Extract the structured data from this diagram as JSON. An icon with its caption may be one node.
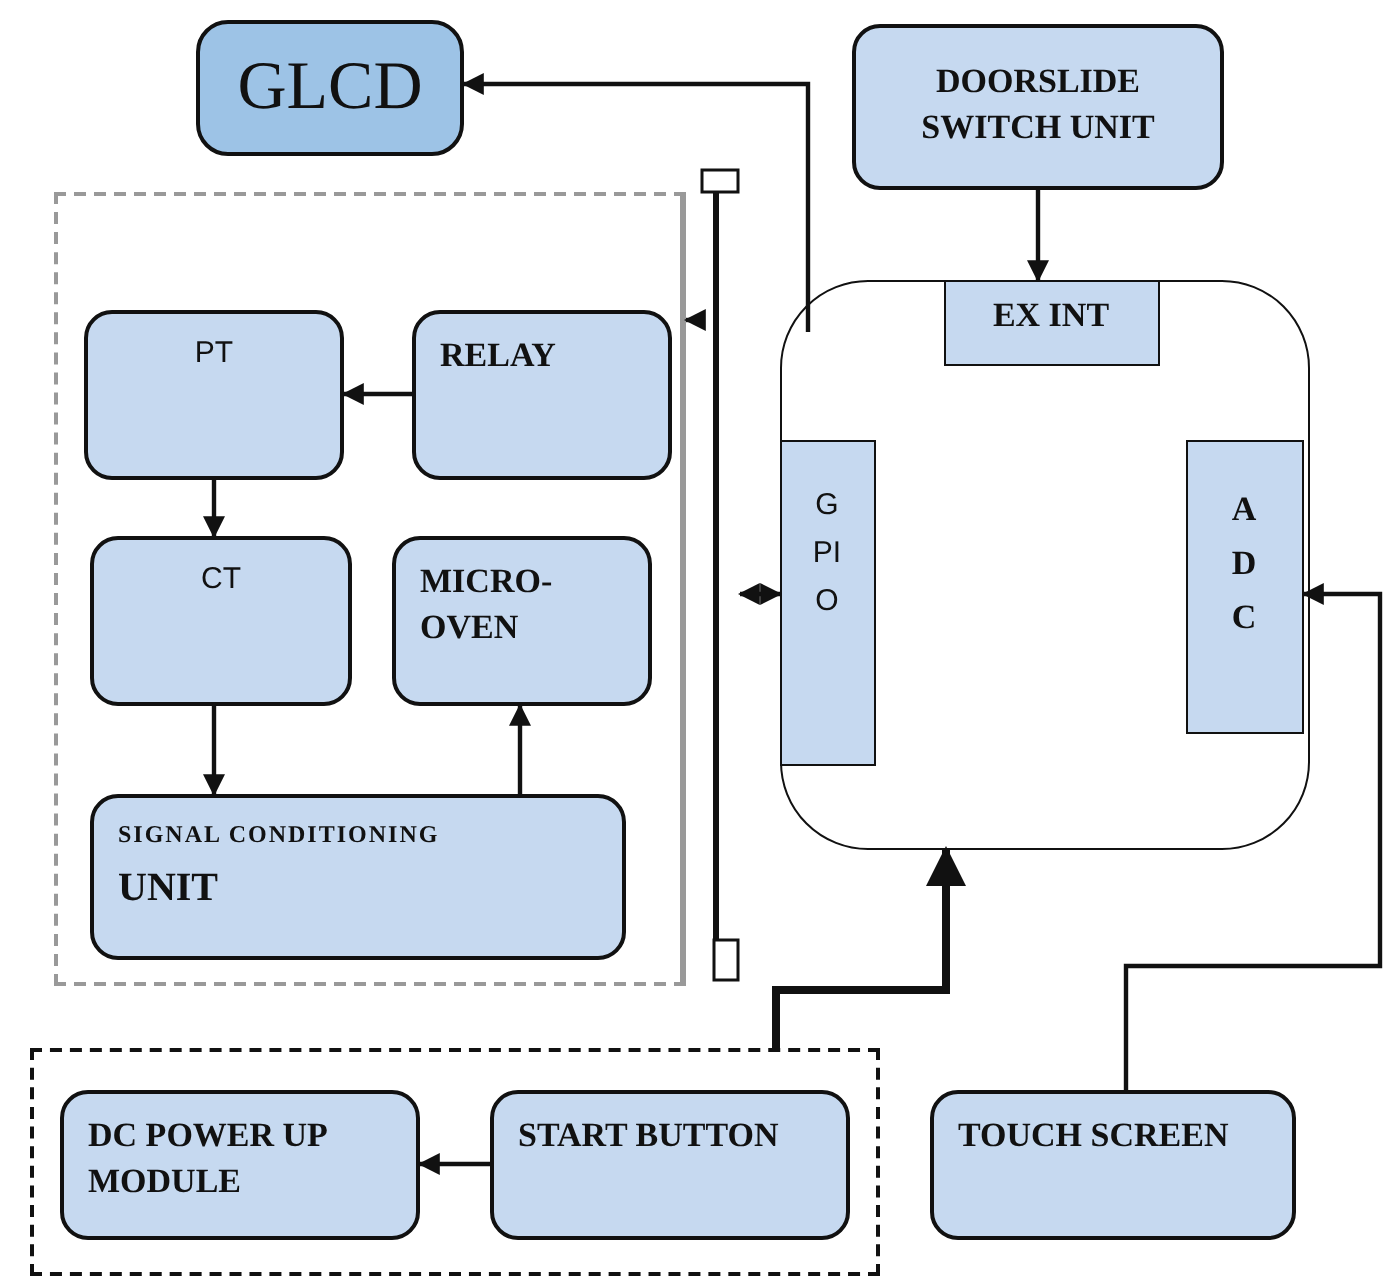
{
  "diagram": {
    "nodes": [
      {
        "text": [
          "GLCD"
        ]
      },
      {
        "text": [
          "DOORSLIDE SWITCH UNIT"
        ]
      },
      {
        "text": [],
        "shape": "box"
      },
      {
        "text": [
          "PT"
        ],
        "in": 2
      },
      {
        "text": [
          "RELAY"
        ],
        "in": 2
      },
      {
        "text": [
          "CT"
        ],
        "in": 2
      },
      {
        "text": [
          "MICRO-OVEN"
        ],
        "in": 2
      },
      {
        "text": [
          "SIGNAL CONDITIONING",
          "UNIT"
        ],
        "in": 2
      },
      {
        "text": [],
        "shape": "bar"
      },
      {
        "text": [],
        "shape": "box"
      },
      {
        "text": [
          "EX INT"
        ],
        "in": 9
      },
      {
        "text": [
          "GPIO"
        ],
        "in": 9
      },
      {
        "text": [
          "ADC"
        ],
        "in": 9
      },
      {
        "text": [],
        "shape": "box"
      },
      {
        "text": [
          "DC POWER UP MODULE"
        ],
        "in": 13
      },
      {
        "text": [
          "START BUTTON"
        ],
        "in": 13
      },
      {
        "text": [
          "TOUCH SCREEN"
        ]
      }
    ],
    "edges": [
      {
        "from": 1,
        "to": 10,
        "arrow": "to"
      },
      {
        "from": 9,
        "to": 0,
        "arrow": "to"
      },
      {
        "from": 4,
        "to": 3,
        "arrow": "to"
      },
      {
        "from": 3,
        "to": 5,
        "arrow": "to"
      },
      {
        "from": 5,
        "to": 7,
        "arrow": "to"
      },
      {
        "from": 7,
        "to": 6,
        "arrow": "to"
      },
      {
        "from": 8,
        "to": 2,
        "arrow": "to"
      },
      {
        "from": 8,
        "to": 11,
        "arrow": "both"
      },
      {
        "from": 13,
        "to": 9,
        "arrow": "to",
        "style": "thick"
      },
      {
        "from": 16,
        "to": 12,
        "arrow": "to"
      },
      {
        "from": 15,
        "to": 14,
        "arrow": "to"
      }
    ]
  }
}
